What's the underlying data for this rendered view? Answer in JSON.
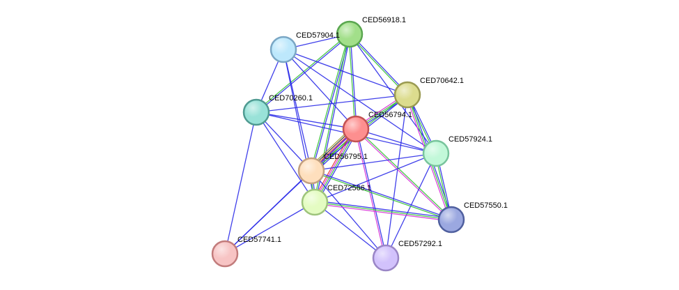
{
  "network": {
    "nodes": [
      {
        "id": "CED56918.1",
        "label": "CED56918.1",
        "color": "#a2df8a",
        "stroke": "#5aa650"
      },
      {
        "id": "CED57904.1",
        "label": "CED57904.1",
        "color": "#bde8fc",
        "stroke": "#7aa6c4"
      },
      {
        "id": "CED70642.1",
        "label": "CED70642.1",
        "color": "#dcdc8e",
        "stroke": "#9a9a52"
      },
      {
        "id": "CED70260.1",
        "label": "CED70260.1",
        "color": "#99e2d8",
        "stroke": "#4f9a91"
      },
      {
        "id": "CED56794.1",
        "label": "CED56794.1",
        "color": "#fd8f8f",
        "stroke": "#c25252"
      },
      {
        "id": "CED57924.1",
        "label": "CED57924.1",
        "color": "#c2f8d9",
        "stroke": "#78c49c"
      },
      {
        "id": "CED56795.1",
        "label": "CED56795.1",
        "color": "#fedfbd",
        "stroke": "#c2a080"
      },
      {
        "id": "CED72566.1",
        "label": "CED72566.1",
        "color": "#e4fcc2",
        "stroke": "#9ec47c"
      },
      {
        "id": "CED57550.1",
        "label": "CED57550.1",
        "color": "#9ba8e0",
        "stroke": "#4f5f9e"
      },
      {
        "id": "CED57741.1",
        "label": "CED57741.1",
        "color": "#f7c4c4",
        "stroke": "#c27c7c"
      },
      {
        "id": "CED57292.1",
        "label": "CED57292.1",
        "color": "#d2c2fc",
        "stroke": "#9a86c6"
      }
    ],
    "edge_colors": {
      "blue": "#2a2ae8",
      "green": "#35c235",
      "magenta": "#d633d6",
      "red": "#e83434",
      "black": "#333333",
      "olive": "#9aa23a"
    },
    "edges": [
      {
        "a": "CED56918.1",
        "b": "CED57904.1",
        "types": [
          "blue"
        ]
      },
      {
        "a": "CED56918.1",
        "b": "CED70642.1",
        "types": [
          "blue",
          "green"
        ]
      },
      {
        "a": "CED56918.1",
        "b": "CED70260.1",
        "types": [
          "blue",
          "green"
        ]
      },
      {
        "a": "CED56918.1",
        "b": "CED56794.1",
        "types": [
          "blue",
          "green"
        ]
      },
      {
        "a": "CED56918.1",
        "b": "CED57924.1",
        "types": [
          "blue"
        ]
      },
      {
        "a": "CED56918.1",
        "b": "CED56795.1",
        "types": [
          "blue",
          "green"
        ]
      },
      {
        "a": "CED56918.1",
        "b": "CED72566.1",
        "types": [
          "blue",
          "green"
        ]
      },
      {
        "a": "CED57904.1",
        "b": "CED70642.1",
        "types": [
          "blue"
        ]
      },
      {
        "a": "CED57904.1",
        "b": "CED70260.1",
        "types": [
          "blue"
        ]
      },
      {
        "a": "CED57904.1",
        "b": "CED56794.1",
        "types": [
          "blue"
        ]
      },
      {
        "a": "CED57904.1",
        "b": "CED57924.1",
        "types": [
          "blue"
        ]
      },
      {
        "a": "CED57904.1",
        "b": "CED56795.1",
        "types": [
          "blue"
        ]
      },
      {
        "a": "CED57904.1",
        "b": "CED72566.1",
        "types": [
          "blue"
        ]
      },
      {
        "a": "CED70642.1",
        "b": "CED70260.1",
        "types": [
          "blue"
        ]
      },
      {
        "a": "CED70642.1",
        "b": "CED56794.1",
        "types": [
          "blue",
          "green",
          "magenta"
        ]
      },
      {
        "a": "CED70642.1",
        "b": "CED57924.1",
        "types": [
          "blue",
          "green"
        ]
      },
      {
        "a": "CED70642.1",
        "b": "CED56795.1",
        "types": [
          "blue",
          "green"
        ]
      },
      {
        "a": "CED70642.1",
        "b": "CED57550.1",
        "types": [
          "blue",
          "green",
          "magenta"
        ]
      },
      {
        "a": "CED70642.1",
        "b": "CED57292.1",
        "types": [
          "blue"
        ]
      },
      {
        "a": "CED70260.1",
        "b": "CED56794.1",
        "types": [
          "blue"
        ]
      },
      {
        "a": "CED70260.1",
        "b": "CED57924.1",
        "types": [
          "blue"
        ]
      },
      {
        "a": "CED70260.1",
        "b": "CED56795.1",
        "types": [
          "blue"
        ]
      },
      {
        "a": "CED70260.1",
        "b": "CED72566.1",
        "types": [
          "blue"
        ]
      },
      {
        "a": "CED70260.1",
        "b": "CED57741.1",
        "types": [
          "blue"
        ]
      },
      {
        "a": "CED56794.1",
        "b": "CED57924.1",
        "types": [
          "blue"
        ]
      },
      {
        "a": "CED56794.1",
        "b": "CED56795.1",
        "types": [
          "blue",
          "green",
          "magenta",
          "red",
          "black",
          "olive"
        ]
      },
      {
        "a": "CED56794.1",
        "b": "CED72566.1",
        "types": [
          "blue",
          "green",
          "magenta",
          "red"
        ]
      },
      {
        "a": "CED56794.1",
        "b": "CED57550.1",
        "types": [
          "green",
          "magenta"
        ]
      },
      {
        "a": "CED56794.1",
        "b": "CED57741.1",
        "types": [
          "blue"
        ]
      },
      {
        "a": "CED56794.1",
        "b": "CED57292.1",
        "types": [
          "blue",
          "magenta"
        ]
      },
      {
        "a": "CED57924.1",
        "b": "CED56795.1",
        "types": [
          "blue"
        ]
      },
      {
        "a": "CED57924.1",
        "b": "CED72566.1",
        "types": [
          "blue"
        ]
      },
      {
        "a": "CED57924.1",
        "b": "CED57550.1",
        "types": [
          "blue",
          "green"
        ]
      },
      {
        "a": "CED57924.1",
        "b": "CED57292.1",
        "types": [
          "blue"
        ]
      },
      {
        "a": "CED56795.1",
        "b": "CED72566.1",
        "types": [
          "blue",
          "green"
        ]
      },
      {
        "a": "CED56795.1",
        "b": "CED57550.1",
        "types": [
          "blue",
          "green"
        ]
      },
      {
        "a": "CED56795.1",
        "b": "CED57741.1",
        "types": [
          "blue"
        ]
      },
      {
        "a": "CED56795.1",
        "b": "CED57292.1",
        "types": [
          "blue"
        ]
      },
      {
        "a": "CED72566.1",
        "b": "CED57550.1",
        "types": [
          "blue",
          "green",
          "magenta"
        ]
      },
      {
        "a": "CED72566.1",
        "b": "CED57741.1",
        "types": [
          "blue"
        ]
      },
      {
        "a": "CED72566.1",
        "b": "CED57292.1",
        "types": [
          "blue"
        ]
      }
    ]
  }
}
